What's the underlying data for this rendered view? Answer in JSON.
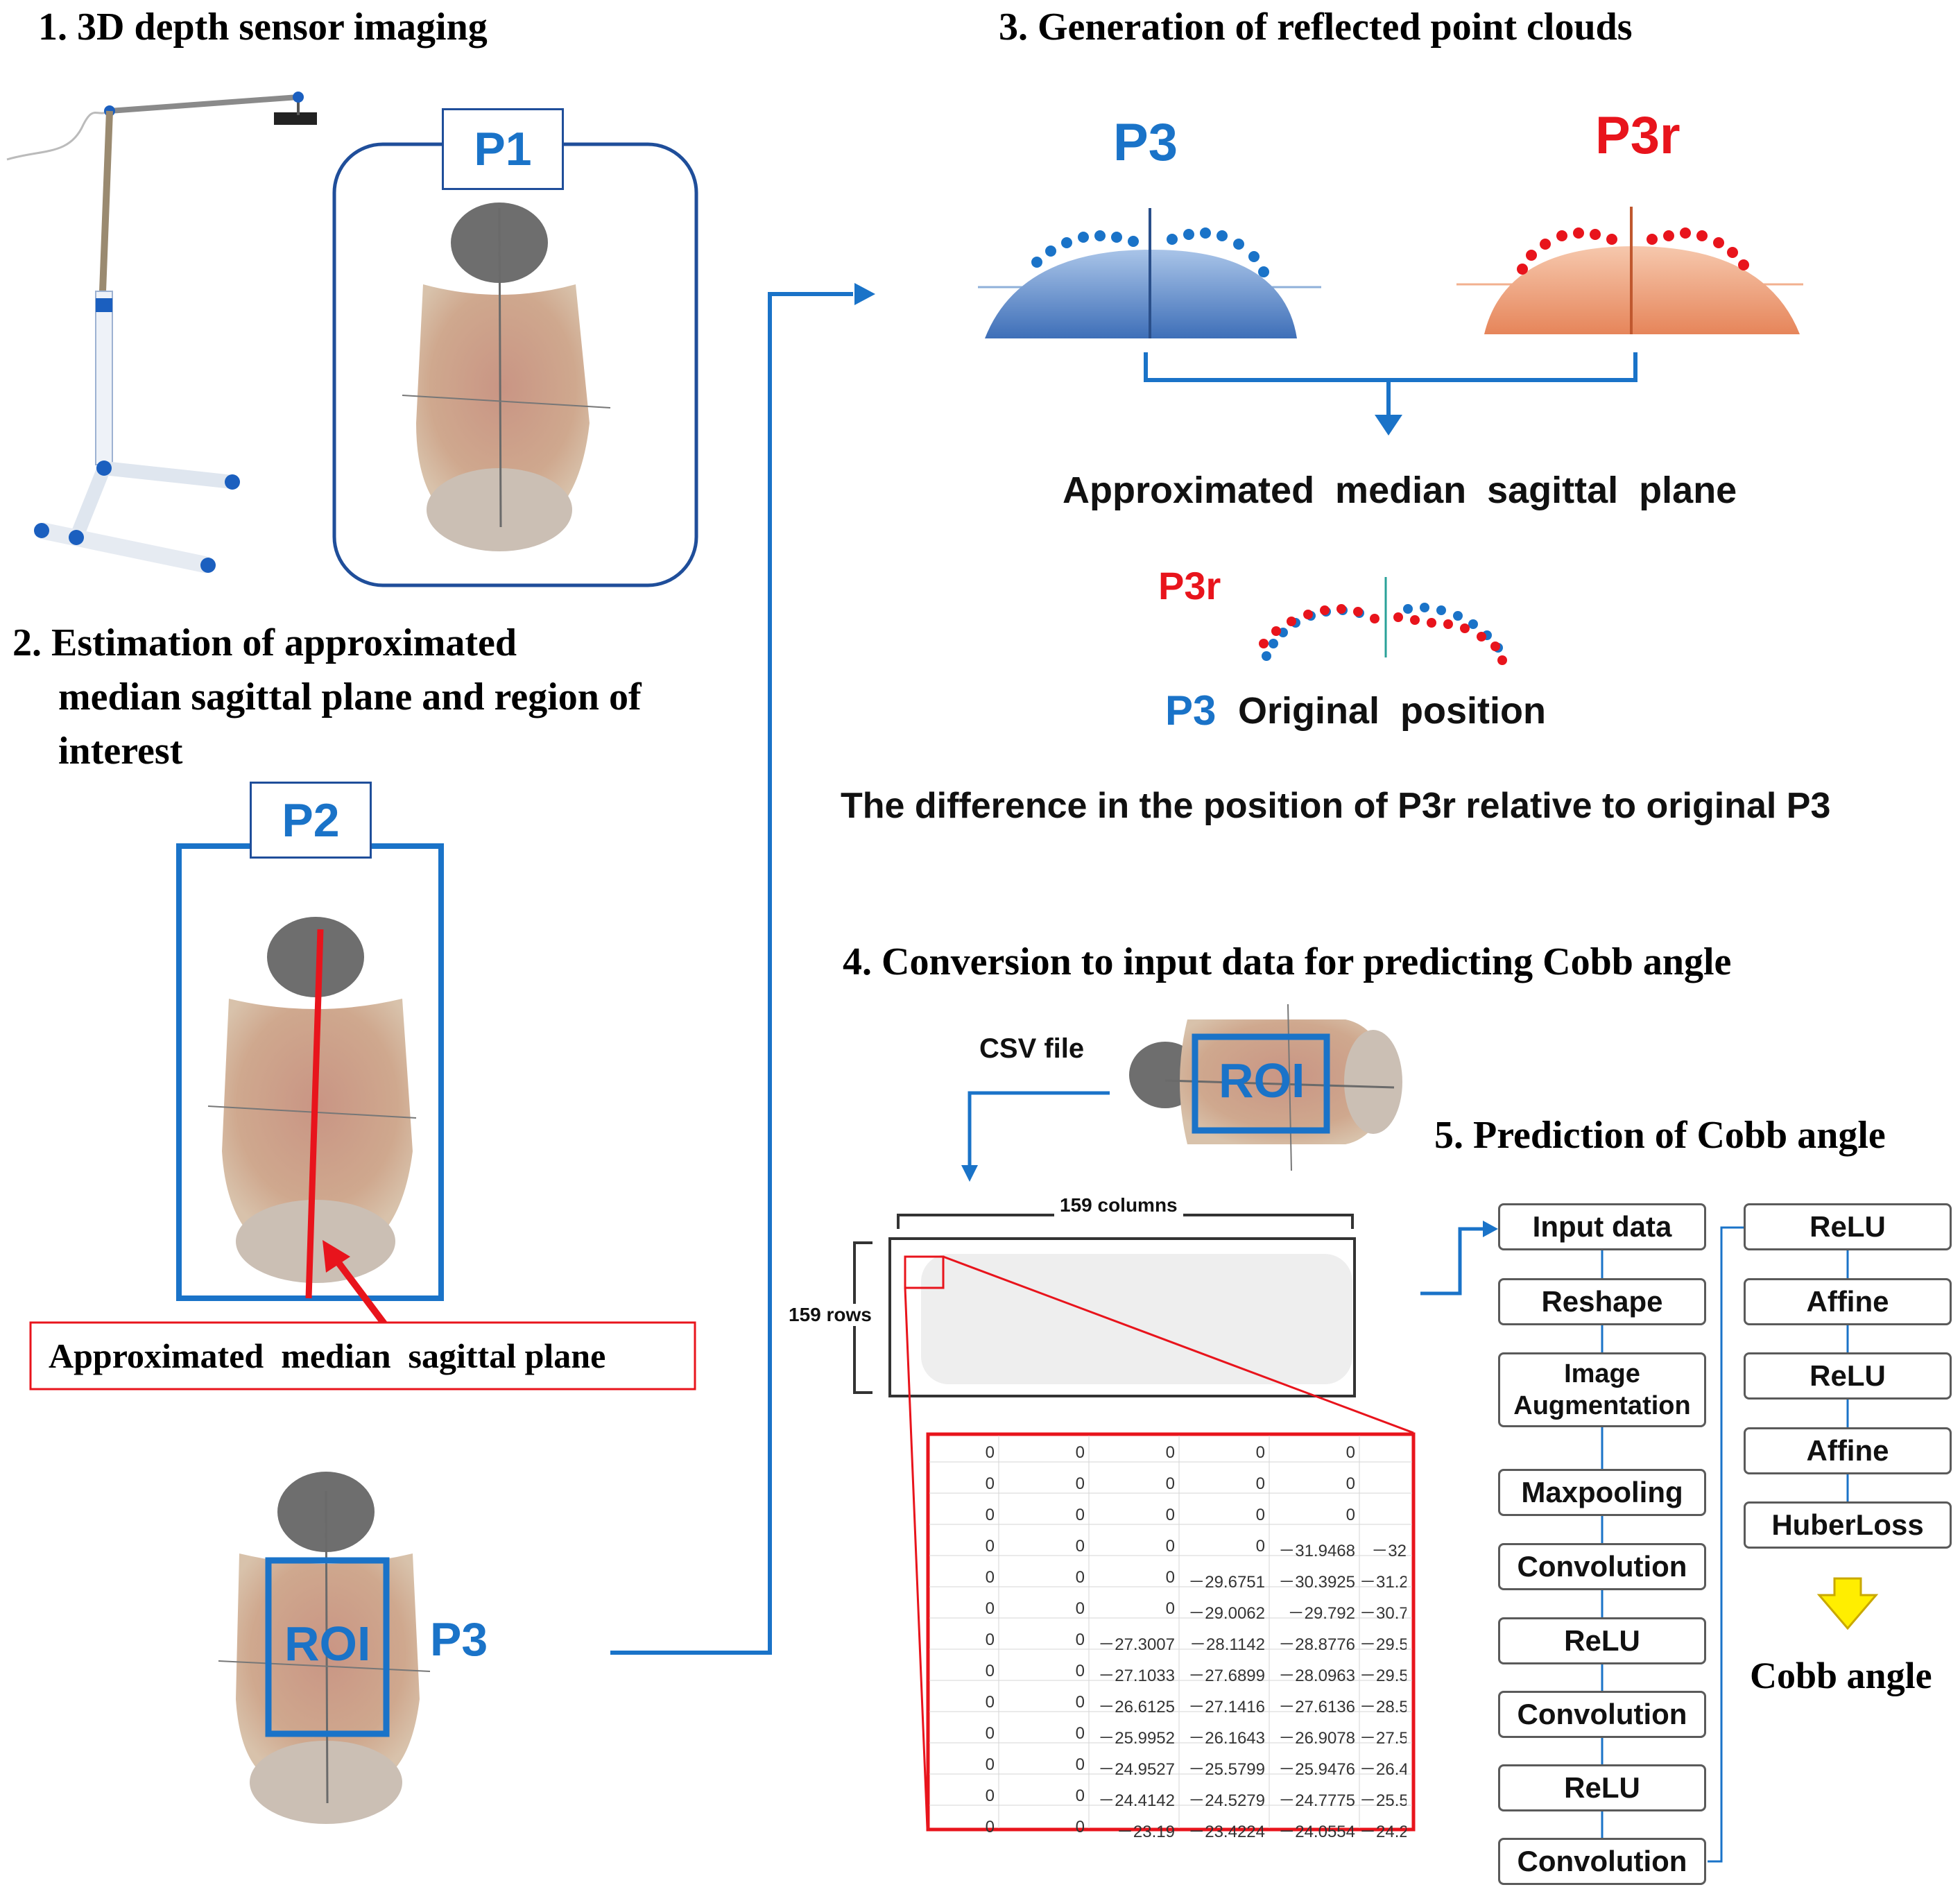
{
  "headings": {
    "step1": "1. 3D depth sensor imaging",
    "step2_line1": "2. Estimation of approximated",
    "step2_line2": "median sagittal plane and region of",
    "step2_line3": "interest",
    "step3": "3. Generation of reflected point clouds",
    "step4": "4. Conversion to input data for predicting Cobb angle",
    "step5": "5. Prediction of Cobb angle"
  },
  "labels": {
    "p1": "P1",
    "p2": "P2",
    "p3": "P3",
    "p3r": "P3r",
    "roi": "ROI",
    "approx_plane_box": "Approximated  median  sagittal plane",
    "approx_plane_center": "Approximated  median  sagittal  plane",
    "p3r_small": "P3r",
    "p3_small": "P3",
    "original_position": "Original  position",
    "difference": "The difference in the position of P3r relative to original P3",
    "csv_file": "CSV file",
    "columns": "159 columns",
    "rows": "159 rows",
    "cobb_angle": "Cobb angle"
  },
  "network": {
    "left": [
      "Input data",
      "Reshape",
      "Image Augmentation",
      "Maxpooling",
      "Convolution",
      "ReLU",
      "Convolution",
      "ReLU",
      "Convolution"
    ],
    "right": [
      "ReLU",
      "Affine",
      "ReLU",
      "Affine",
      "HuberLoss"
    ]
  },
  "table": {
    "rows": [
      [
        "0",
        "0",
        "0",
        "0",
        "0",
        ""
      ],
      [
        "0",
        "0",
        "0",
        "0",
        "0",
        ""
      ],
      [
        "0",
        "0",
        "0",
        "0",
        "0",
        ""
      ],
      [
        "0",
        "0",
        "0",
        "0",
        "－31.9468",
        "－32"
      ],
      [
        "0",
        "0",
        "0",
        "－29.6751",
        "－30.3925",
        "－31.2"
      ],
      [
        "0",
        "0",
        "0",
        "－29.0062",
        "－29.792",
        "－30.7"
      ],
      [
        "0",
        "0",
        "－27.3007",
        "－28.1142",
        "－28.8776",
        "－29.5"
      ],
      [
        "0",
        "0",
        "－27.1033",
        "－27.6899",
        "－28.0963",
        "－29.5"
      ],
      [
        "0",
        "0",
        "－26.6125",
        "－27.1416",
        "－27.6136",
        "－28.5"
      ],
      [
        "0",
        "0",
        "－25.9952",
        "－26.1643",
        "－26.9078",
        "－27.5"
      ],
      [
        "0",
        "0",
        "－24.9527",
        "－25.5799",
        "－25.9476",
        "－26.4"
      ],
      [
        "0",
        "0",
        "－24.4142",
        "－24.5279",
        "－24.7775",
        "－25.5"
      ],
      [
        "0",
        "0",
        "－23.19",
        "－23.4224",
        "－24.0554",
        "－24.2"
      ]
    ]
  },
  "colors": {
    "blue": "#1a73c8",
    "red": "#e8141c",
    "frame_blue": "#1f4e9a",
    "arrow_yellow": "#ffee00"
  }
}
